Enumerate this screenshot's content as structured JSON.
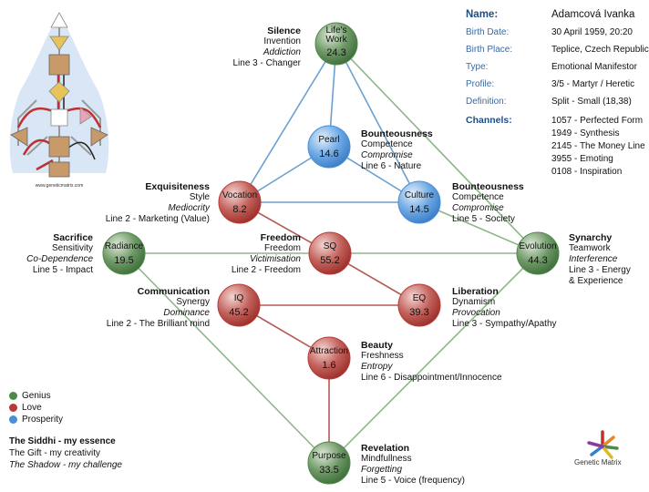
{
  "profile": {
    "name_label": "Name:",
    "name_value": "Adamcová Ivanka",
    "birth_date_label": "Birth Date:",
    "birth_date_value": "30 April 1959, 20:20",
    "birth_place_label": "Birth Place:",
    "birth_place_value": "Teplice, Czech Republic",
    "type_label": "Type:",
    "type_value": "Emotional Manifestor",
    "profile_label": "Profile:",
    "profile_value": "3/5 - Martyr / Heretic",
    "definition_label": "Definition:",
    "definition_value": "Split - Small (18,38)",
    "channels_label": "Channels:",
    "channels": [
      "1057 - Perfected Form",
      "1949 - Synthesis",
      "2145 - The Money Line",
      "3955 - Emoting",
      "0108 - Inspiration"
    ]
  },
  "colors": {
    "genius": "#4f8a4a",
    "love": "#b83a36",
    "prosperity": "#4a8ed6",
    "genius_edge": "#8fb58a",
    "love_edge": "#b55a55",
    "prosperity_edge": "#6aa0d0"
  },
  "spheres": [
    {
      "id": "lifes-work",
      "label": "Life's Work",
      "value": "24.3",
      "kind": "genius"
    },
    {
      "id": "pearl",
      "label": "Pearl",
      "value": "14.6",
      "kind": "prosperity"
    },
    {
      "id": "vocation",
      "label": "Vocation",
      "value": "8.2",
      "kind": "love"
    },
    {
      "id": "culture",
      "label": "Culture",
      "value": "14.5",
      "kind": "prosperity"
    },
    {
      "id": "radiance",
      "label": "Radiance",
      "value": "19.5",
      "kind": "genius"
    },
    {
      "id": "sq",
      "label": "SQ",
      "value": "55.2",
      "kind": "love"
    },
    {
      "id": "evolution",
      "label": "Evolution",
      "value": "44.3",
      "kind": "genius"
    },
    {
      "id": "iq",
      "label": "IQ",
      "value": "45.2",
      "kind": "love"
    },
    {
      "id": "eq",
      "label": "EQ",
      "value": "39.3",
      "kind": "love"
    },
    {
      "id": "attraction",
      "label": "Attraction",
      "value": "1.6",
      "kind": "love"
    },
    {
      "id": "purpose",
      "label": "Purpose",
      "value": "33.5",
      "kind": "genius"
    }
  ],
  "connections": [
    {
      "from": "lifes-work",
      "to": "vocation",
      "kind": "prosperity"
    },
    {
      "from": "lifes-work",
      "to": "culture",
      "kind": "prosperity"
    },
    {
      "from": "lifes-work",
      "to": "pearl",
      "kind": "prosperity"
    },
    {
      "from": "lifes-work",
      "to": "evolution",
      "kind": "genius"
    },
    {
      "from": "vocation",
      "to": "pearl",
      "kind": "prosperity"
    },
    {
      "from": "pearl",
      "to": "culture",
      "kind": "prosperity"
    },
    {
      "from": "vocation",
      "to": "culture",
      "kind": "prosperity"
    },
    {
      "from": "vocation",
      "to": "sq",
      "kind": "love"
    },
    {
      "from": "culture",
      "to": "evolution",
      "kind": "genius"
    },
    {
      "from": "radiance",
      "to": "sq",
      "kind": "genius"
    },
    {
      "from": "sq",
      "to": "evolution",
      "kind": "genius"
    },
    {
      "from": "radiance",
      "to": "purpose",
      "kind": "genius"
    },
    {
      "from": "sq",
      "to": "eq",
      "kind": "love"
    },
    {
      "from": "iq",
      "to": "eq",
      "kind": "love"
    },
    {
      "from": "iq",
      "to": "attraction",
      "kind": "love"
    },
    {
      "from": "attraction",
      "to": "purpose",
      "kind": "love"
    },
    {
      "from": "evolution",
      "to": "purpose",
      "kind": "genius"
    }
  ],
  "annotations": [
    {
      "id": "silence",
      "title": "Silence",
      "gift": "Invention",
      "shadow": "Addiction",
      "line": "Line 3 - Changer"
    },
    {
      "id": "bounteousness-pearl",
      "title": "Bounteousness",
      "gift": "Competence",
      "shadow": "Compromise",
      "line": "Line 6 - Nature"
    },
    {
      "id": "exquisiteness",
      "title": "Exquisiteness",
      "gift": "Style",
      "shadow": "Mediocrity",
      "line": "Line 2 - Marketing (Value)"
    },
    {
      "id": "bounteousness-culture",
      "title": "Bounteousness",
      "gift": "Competence",
      "shadow": "Compromise",
      "line": "Line 5 - Society"
    },
    {
      "id": "sacrifice",
      "title": "Sacrifice",
      "gift": "Sensitivity",
      "shadow": "Co-Dependence",
      "line": "Line 5 - Impact"
    },
    {
      "id": "freedom",
      "title": "Freedom",
      "gift": "Freedom",
      "shadow": "Victimisation",
      "line": "Line 2 - Freedom"
    },
    {
      "id": "synarchy",
      "title": "Synarchy",
      "gift": "Teamwork",
      "shadow": "Interference",
      "line": "Line 3 - Energy & Experience"
    },
    {
      "id": "communication",
      "title": "Communication",
      "gift": "Synergy",
      "shadow": "Dominance",
      "line": "Line 2 - The Brilliant mind"
    },
    {
      "id": "liberation",
      "title": "Liberation",
      "gift": "Dynamism",
      "shadow": "Provocation",
      "line": "Line 3 - Sympathy/Apathy"
    },
    {
      "id": "beauty",
      "title": "Beauty",
      "gift": "Freshness",
      "shadow": "Entropy",
      "line": "Line 6 - Disappointment/Innocence"
    },
    {
      "id": "revelation",
      "title": "Revelation",
      "gift": "Mindfullness",
      "shadow": "Forgetting",
      "line": "Line 5 - Voice (frequency)"
    }
  ],
  "legend": {
    "genius": "Genius",
    "love": "Love",
    "prosperity": "Prosperity"
  },
  "key": {
    "siddhi": "The Siddhi - my essence",
    "gift": "The Gift - my creativity",
    "shadow": "The Shadow - my challenge"
  },
  "logo_text": "Genetic Matrix",
  "bodygraph_caption": "www.geneticmatrix.com"
}
